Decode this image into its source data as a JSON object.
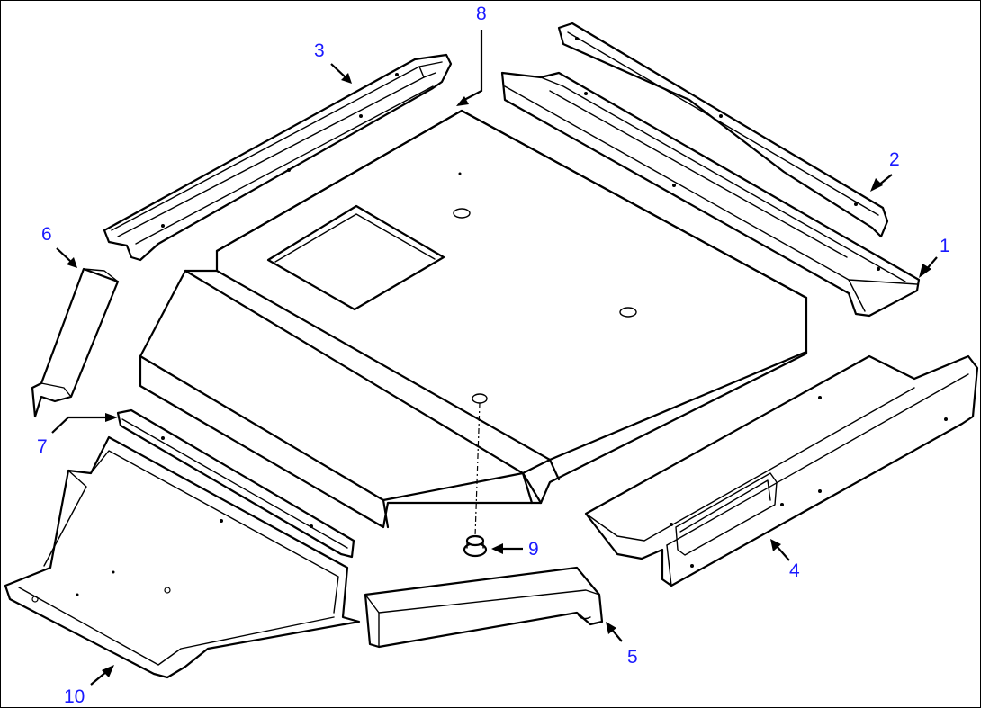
{
  "callouts": [
    {
      "id": "1",
      "text": "1"
    },
    {
      "id": "2",
      "text": "2"
    },
    {
      "id": "3",
      "text": "3"
    },
    {
      "id": "4",
      "text": "4"
    },
    {
      "id": "5",
      "text": "5"
    },
    {
      "id": "6",
      "text": "6"
    },
    {
      "id": "7",
      "text": "7"
    },
    {
      "id": "8",
      "text": "8"
    },
    {
      "id": "9",
      "text": "9"
    },
    {
      "id": "10",
      "text": "10"
    }
  ],
  "colors": {
    "callout_text": "#1a1aff",
    "lines": "#000000",
    "background": "#ffffff"
  }
}
